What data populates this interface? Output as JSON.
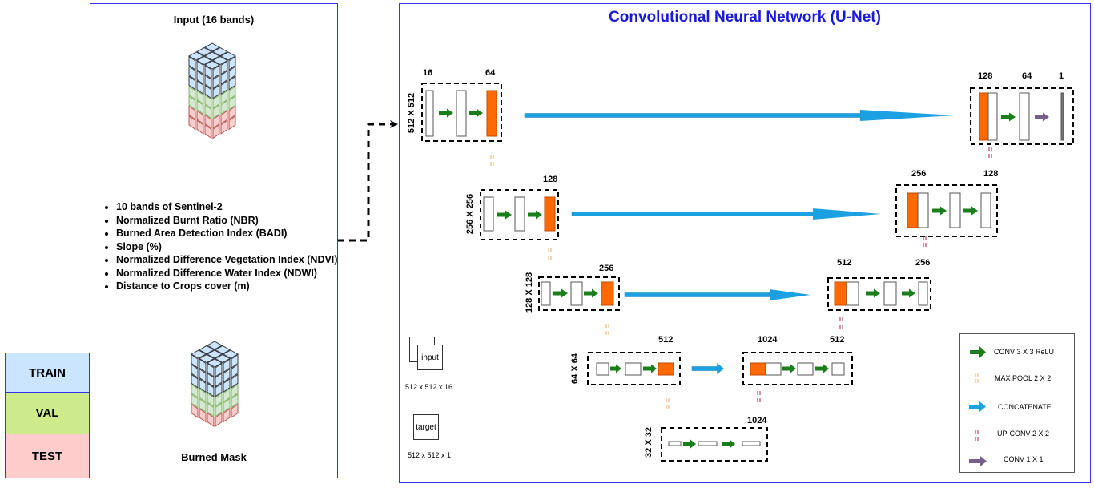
{
  "splits": [
    {
      "label": "TRAIN",
      "color": "#cce5ff"
    },
    {
      "label": "VAL",
      "color": "#cdeb8b"
    },
    {
      "label": "TEST",
      "color": "#ffcccc"
    }
  ],
  "input_panel": {
    "title": "Input (16 bands)",
    "bands": [
      "10 bands of Sentinel-2",
      "Normalized Burnt Ratio (NBR)",
      "Burned Area Detection Index (BADI)",
      "Slope (%)",
      "Normalized Difference Vegetation Index (NDVI)",
      "Normalized Difference Water Index (NDWI)",
      "Distance to Crops cover (m)"
    ],
    "mask_label": "Burned Mask"
  },
  "unet": {
    "title": "Convolutional Neural Network (U-Net)",
    "title_color": "#1a1adf",
    "encoder": [
      {
        "resolution": "512 X 512",
        "channels_in": "16",
        "channels_out": "64"
      },
      {
        "resolution": "256 X 256",
        "channels_out": "128"
      },
      {
        "resolution": "128 X 128",
        "channels_out": "256"
      },
      {
        "resolution": "64 X 64",
        "channels_out": "512"
      }
    ],
    "bottleneck": {
      "resolution": "32 X 32",
      "channels_out": "1024"
    },
    "decoder": [
      {
        "channels_concat": "1024",
        "channels_out": "512"
      },
      {
        "channels_concat": "512",
        "channels_out": "256"
      },
      {
        "channels_concat": "256",
        "channels_out": "128"
      },
      {
        "channels_concat": "128",
        "channels_mid": "64",
        "channels_out": "1"
      }
    ],
    "io": {
      "input_label": "input",
      "input_shape": "512 x 512 x 16",
      "target_label": "target",
      "target_shape": "512 x 512 x 1"
    }
  },
  "legend": [
    {
      "icon": "green-arrow",
      "label": "CONV 3 X 3 ReLU",
      "color": "#1a7f1a"
    },
    {
      "icon": "orange-dashed-pair",
      "label": "MAX POOL 2 X 2",
      "color": "#f5a85c"
    },
    {
      "icon": "blue-arrow",
      "label": "CONCATENATE",
      "color": "#1ba1e2"
    },
    {
      "icon": "crimson-dashed-pair",
      "label": "UP-CONV 2 X 2",
      "color": "#a0204a"
    },
    {
      "icon": "purple-arrow",
      "label": "CONV 1 X 1",
      "color": "#76608a"
    }
  ],
  "colors": {
    "feature_map_orange": "#ff6a00",
    "panel_border": "#3333ee"
  }
}
